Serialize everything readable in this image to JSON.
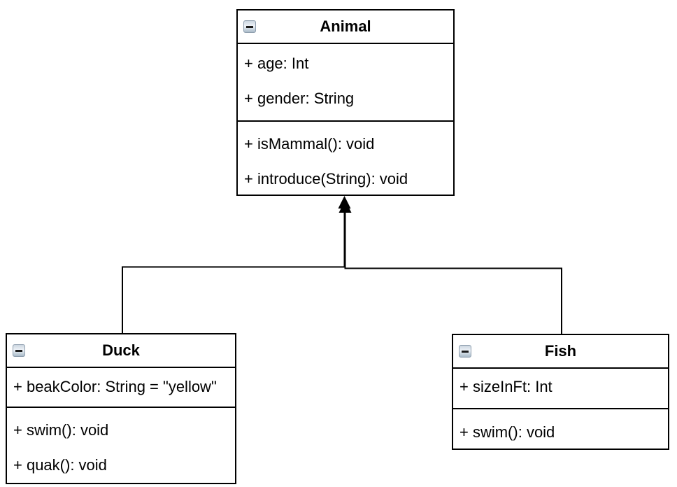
{
  "diagram": {
    "type": "uml-class-diagram",
    "classes": [
      {
        "name": "Animal",
        "attributes": [
          "+ age: Int",
          "+ gender: String"
        ],
        "methods": [
          "+ isMammal(): void",
          "+ introduce(String): void"
        ]
      },
      {
        "name": "Duck",
        "attributes": [
          "+ beakColor: String = \"yellow\""
        ],
        "methods": [
          "+ swim(): void",
          "+ quak(): void"
        ]
      },
      {
        "name": "Fish",
        "attributes": [
          "+ sizeInFt: Int"
        ],
        "methods": [
          "+ swim(): void"
        ]
      }
    ],
    "relationships": [
      {
        "from": "Duck",
        "to": "Animal",
        "type": "inheritance"
      },
      {
        "from": "Fish",
        "to": "Animal",
        "type": "inheritance"
      }
    ],
    "icons": {
      "collapse": "minus-icon"
    },
    "colors": {
      "background": "#ffffff",
      "box_background": "#ffffff",
      "border": "#000000",
      "text": "#000000",
      "connector": "#000000",
      "icon_face_light": "#eef3f8",
      "icon_face_dark": "#a9bac8",
      "icon_border": "#8e9eae"
    }
  }
}
